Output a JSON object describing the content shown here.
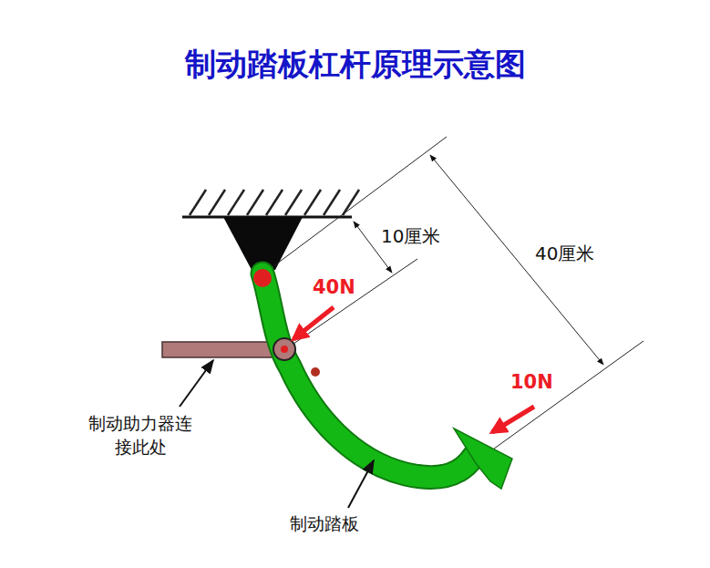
{
  "diagram": {
    "title": "制动踏板杠杆原理示意图",
    "labels": [
      "10厘米",
      "40厘米",
      "40N",
      "10N",
      "制动助力器连接此处",
      "制动踏板"
    ]
  }
}
